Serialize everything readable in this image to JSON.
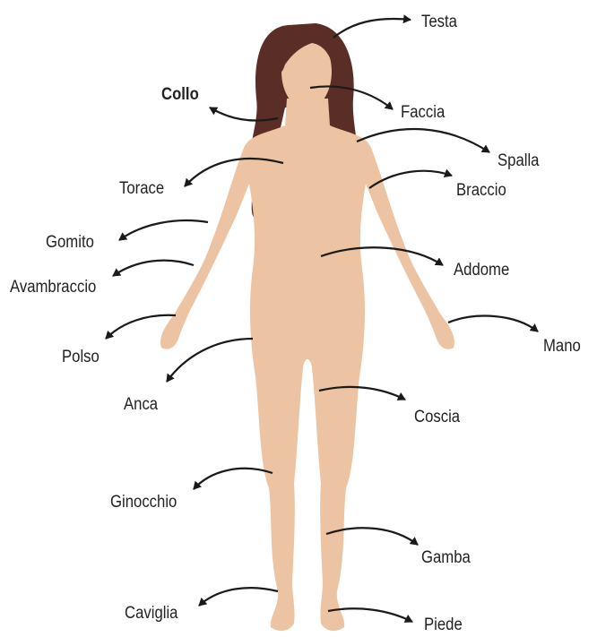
{
  "labels": {
    "testa": "Testa",
    "collo": "Collo",
    "faccia": "Faccia",
    "spalla": "Spalla",
    "torace": "Torace",
    "braccio": "Braccio",
    "gomito": "Gomito",
    "addome": "Addome",
    "avambraccio": "Avambraccio",
    "polso": "Polso",
    "mano": "Mano",
    "anca": "Anca",
    "coscia": "Coscia",
    "ginocchio": "Ginocchio",
    "gamba": "Gamba",
    "caviglia": "Caviglia",
    "piede": "Piede"
  },
  "colors": {
    "skin": "#ecc4a4",
    "hair": "#5a2e26",
    "arrow": "#1a1a1a",
    "text": "#222222"
  }
}
